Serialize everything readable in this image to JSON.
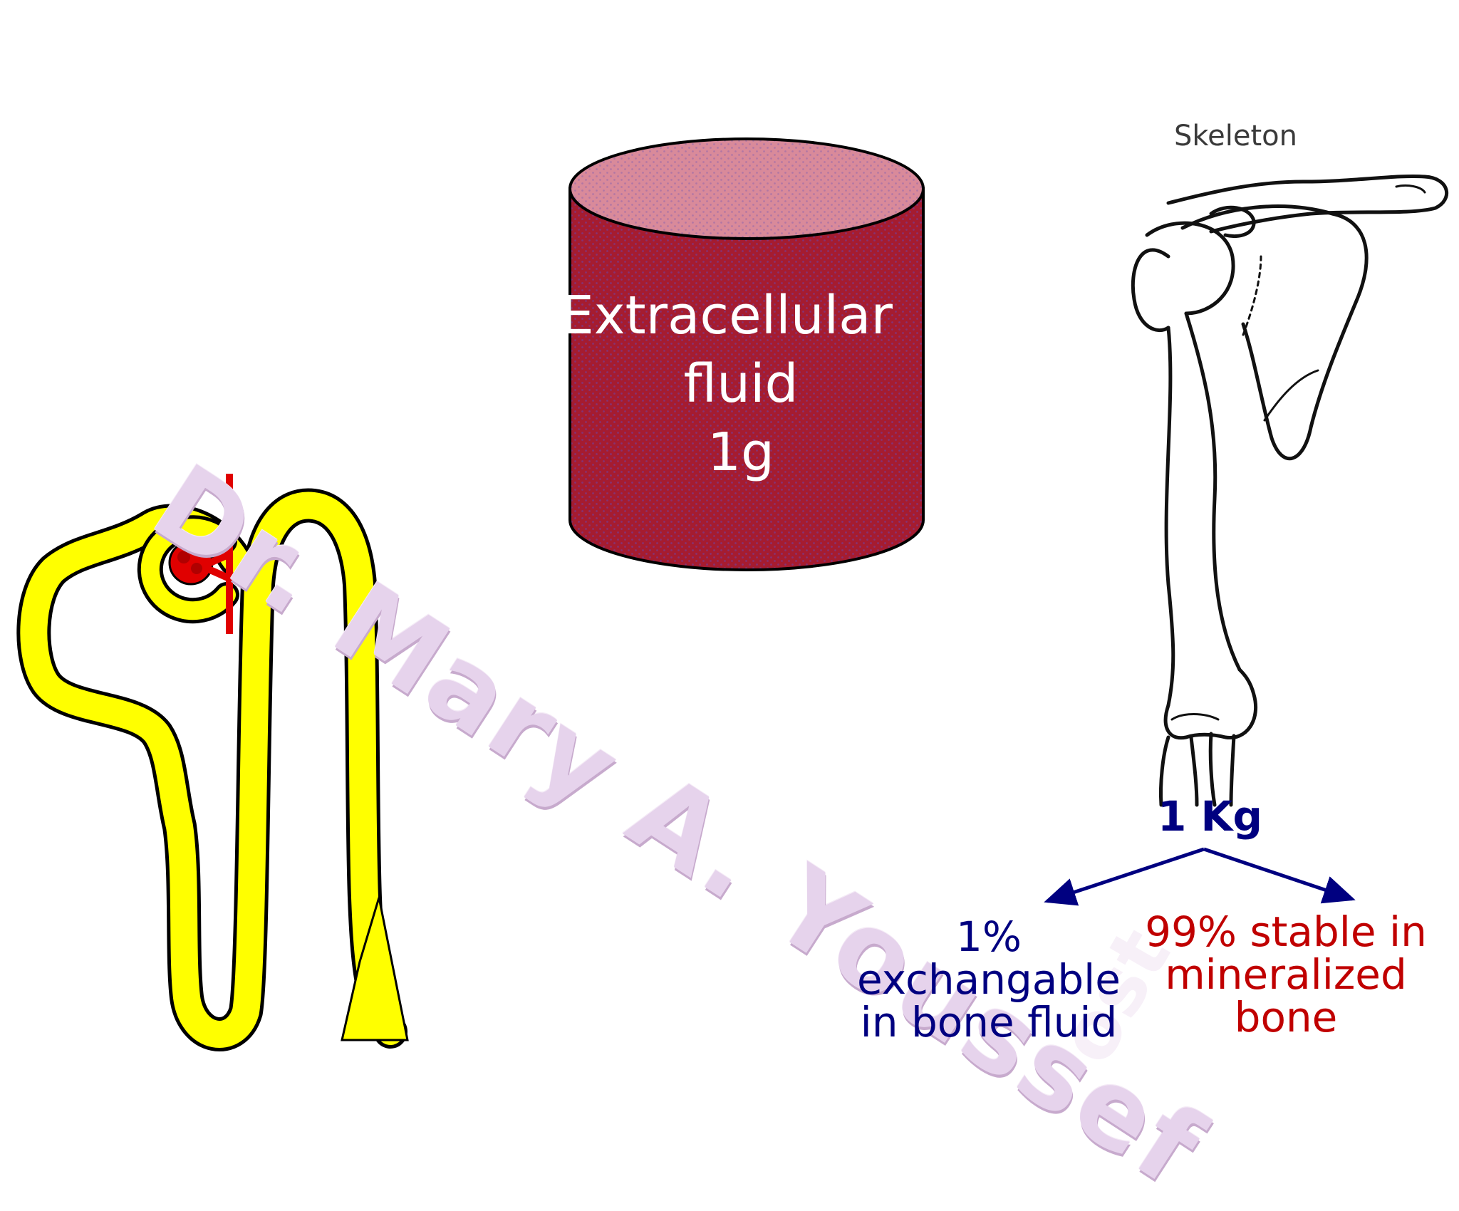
{
  "watermark": {
    "text": "Dr. Mary A. Youssef",
    "color": "#e6d3ec"
  },
  "cylinder": {
    "line1": "Extracellular",
    "line2": "fluid",
    "line3": "1g",
    "fill": "#a51c30",
    "top_fill": "#d98a9a",
    "outline": "#000000"
  },
  "skeleton": {
    "caption": "Skeleton"
  },
  "bone_split": {
    "total": "1 Kg",
    "left": {
      "line1": "1%",
      "line2": "exchangable",
      "line3": "in bone fluid",
      "color": "#000080"
    },
    "right": {
      "line1": "99% stable in",
      "line2": "mineralized",
      "line3": "bone",
      "color": "#c00000"
    },
    "arrow_color": "#000080"
  },
  "nephron": {
    "tubule_color": "#ffff00",
    "glomerulus_color": "#e00000"
  }
}
